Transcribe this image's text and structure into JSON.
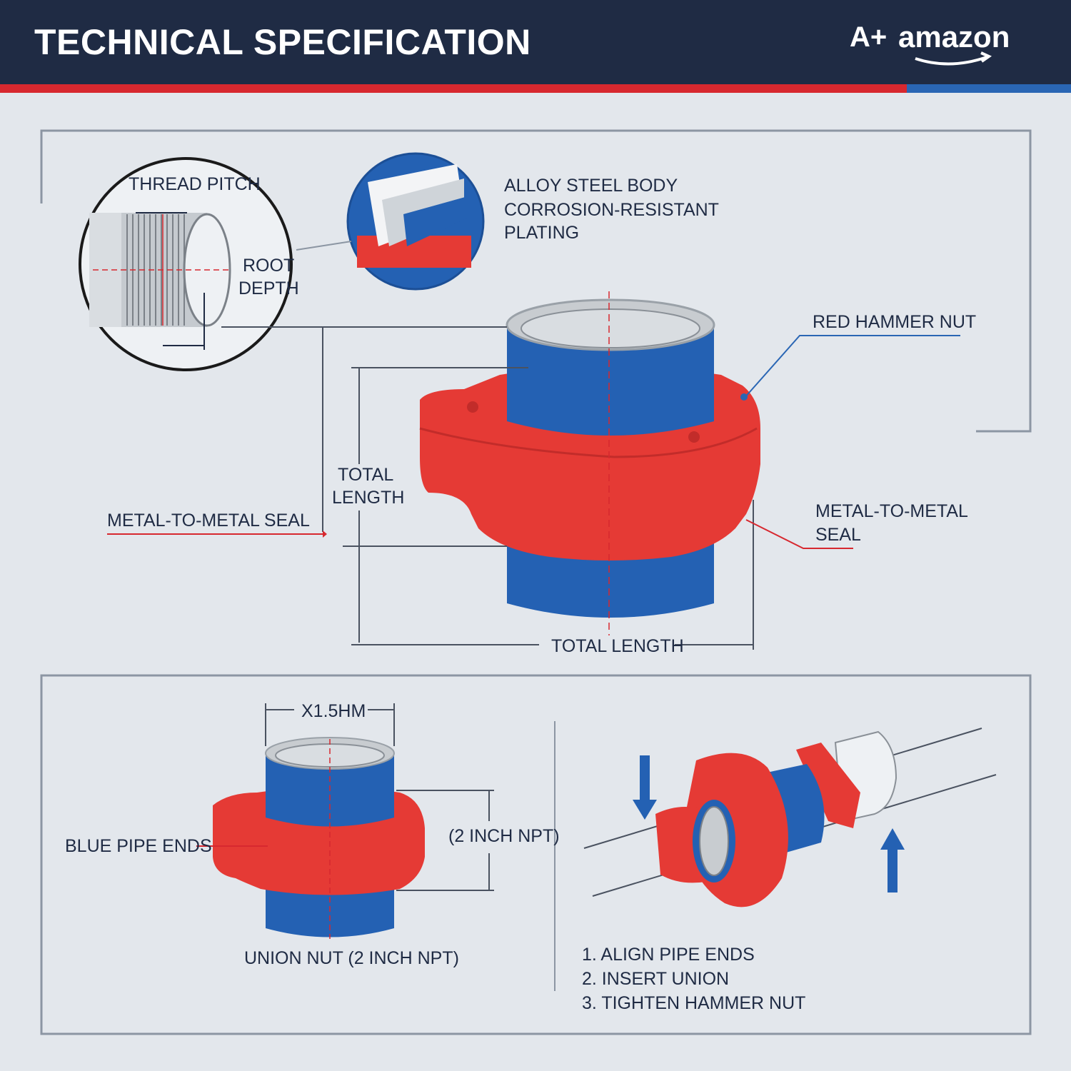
{
  "header": {
    "title": "TECHNICAL SPECIFICATION",
    "logo_prefix": "A+",
    "logo_word": "amazon"
  },
  "colors": {
    "header_bg": "#1f2b44",
    "accent_red": "#d7282f",
    "accent_blue": "#2a66b4",
    "pipe_blue": "#2461b3",
    "nut_red": "#e53a35",
    "background": "#e3e7ec"
  },
  "top_panel": {
    "thread_detail": {
      "pitch_label": "THREAD PITCH",
      "root_line1": "ROOT",
      "root_line2": "DEPTH"
    },
    "material": {
      "line1": "ALLOY STEEL BODY",
      "line2": "CORROSION-RESISTANT",
      "line3": "PLATING"
    },
    "callouts": {
      "red_hammer_nut": "RED HAMMER NUT",
      "seal_left": "METAL-TO-METAL SEAL",
      "seal_right_line1": "METAL-TO-METAL",
      "seal_right_line2": "SEAL",
      "total_length_v_line1": "TOTAL",
      "total_length_v_line2": "LENGTH",
      "total_length_h": "TOTAL LENGTH"
    }
  },
  "bottom_panel": {
    "dimension_top": "X1.5HM",
    "dimension_side": "(2 INCH NPT)",
    "blue_pipe_ends": "BLUE PIPE ENDS",
    "union_nut": "UNION NUT (2 INCH NPT)",
    "steps": [
      "1. ALIGN PIPE ENDS",
      "2. INSERT UNION",
      "3. TIGHTEN HAMMER NUT"
    ]
  }
}
